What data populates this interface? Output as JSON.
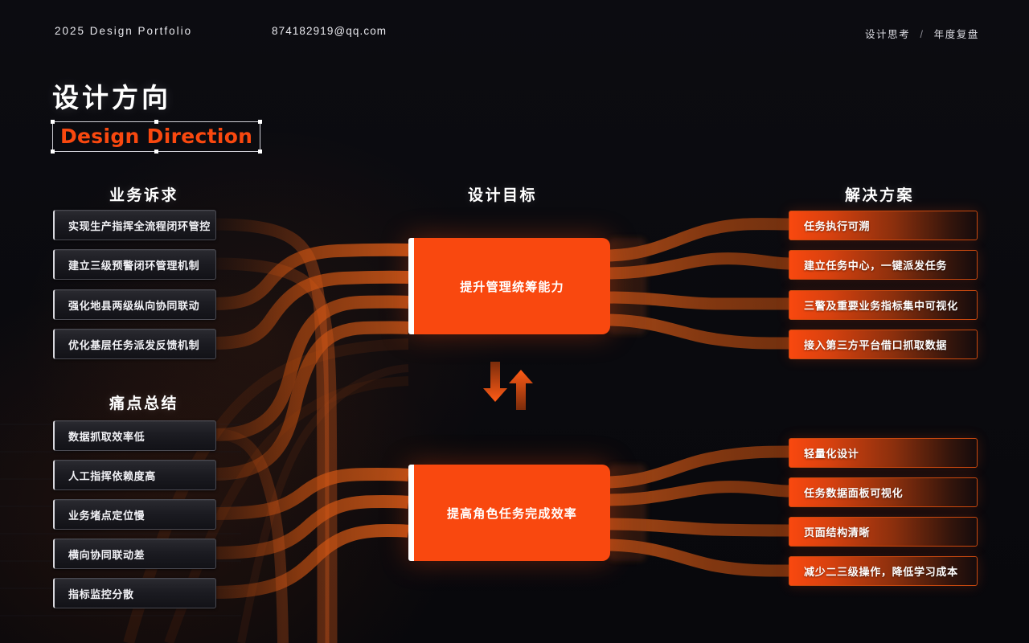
{
  "topbar": {
    "left_label": "2025  Design  Portfolio",
    "email": "874182919@qq.com",
    "right_primary": "设计思考",
    "right_separator": "/",
    "right_secondary": "年度复盘"
  },
  "headline": {
    "cn": "设计方向",
    "en": "Design Direction"
  },
  "columns": {
    "business": {
      "header": "业务诉求",
      "items": [
        "实现生产指挥全流程闭环管控",
        "建立三级预警闭环管理机制",
        "强化地县两级纵向协同联动",
        "优化基层任务派发反馈机制"
      ]
    },
    "pain": {
      "header": "痛点总结",
      "items": [
        "数据抓取效率低",
        "人工指挥依赖度高",
        "业务堵点定位慢",
        "横向协同联动差",
        "指标监控分散"
      ]
    },
    "goal": {
      "header": "设计目标",
      "items": [
        "提升管理统筹能力",
        "提高角色任务完成效率"
      ]
    },
    "solution": {
      "header": "解决方案",
      "items": [
        "任务执行可溯",
        "建立任务中心，一键派发任务",
        "三警及重要业务指标集中可视化",
        "接入第三方平台借口抓取数据",
        "轻量化设计",
        "任务数据面板可视化",
        "页面结构清晰",
        "减少二三级操作，降低学习成本"
      ]
    }
  },
  "colors": {
    "accent_orange": "#F9480F",
    "background": "#0B0B0F",
    "card_border": "#4A4A52",
    "text_white": "#FFFFFF"
  }
}
